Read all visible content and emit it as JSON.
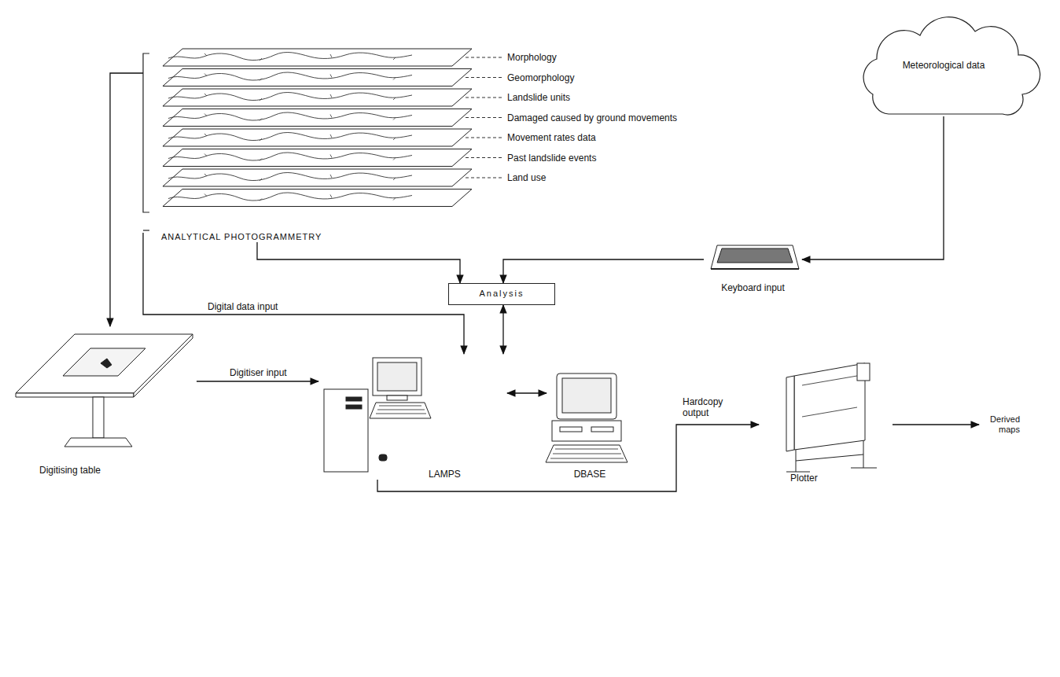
{
  "diagram": {
    "nodes": [
      {
        "text": [
          "ANALYTICAL PHOTOGRAMMETRY"
        ]
      },
      {
        "text": [
          "Meteorological data"
        ]
      },
      {
        "text": [
          "Keyboard input"
        ]
      },
      {
        "text": [
          "Analysis"
        ]
      },
      {
        "text": [
          "Digitising table"
        ]
      },
      {
        "text": [
          "LAMPS"
        ]
      },
      {
        "text": [
          "DBASE"
        ]
      },
      {
        "text": [
          "Plotter"
        ]
      },
      {
        "text": [
          "Derived maps"
        ]
      }
    ],
    "edges": [
      {
        "from": 0,
        "to": 4,
        "arrow": "to"
      },
      {
        "from": 0,
        "to": 5,
        "label": "Digital data input",
        "arrow": "to"
      },
      {
        "from": 0,
        "to": 3,
        "arrow": "to"
      },
      {
        "from": 1,
        "to": 2,
        "arrow": "to"
      },
      {
        "from": 2,
        "to": 3,
        "arrow": "to"
      },
      {
        "from": 4,
        "to": 5,
        "label": "Digitiser input",
        "arrow": "to"
      },
      {
        "from": 3,
        "to": 5,
        "arrow": "both"
      },
      {
        "from": 5,
        "to": 6,
        "arrow": "both"
      },
      {
        "from": 5,
        "to": 7,
        "label": "Hardcopy output",
        "arrow": "to"
      },
      {
        "from": 7,
        "to": 8,
        "arrow": "to"
      }
    ],
    "labels": [
      "Morphology",
      "Geomorphology",
      "Landslide units",
      "Damaged caused by ground movements",
      "Movement rates data",
      "Past landslide events",
      "Land use"
    ]
  }
}
